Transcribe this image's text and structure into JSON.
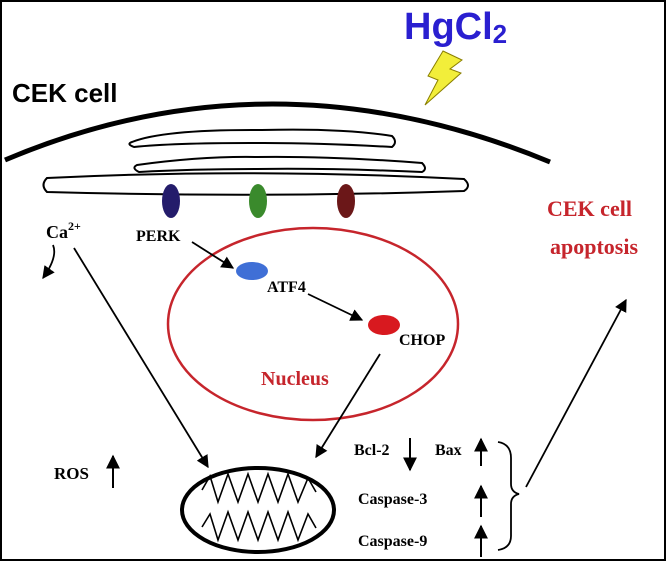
{
  "stimulus": {
    "prefix": "HgCl",
    "subscript": "2"
  },
  "cell": {
    "label": "CEK cell"
  },
  "er_sensors": {
    "perk": "PERK"
  },
  "calcium": {
    "symbol": "Ca",
    "charge": "2+"
  },
  "pathway": {
    "atf4": "ATF4",
    "chop": "CHOP"
  },
  "nucleus": {
    "label": "Nucleus"
  },
  "outcome": {
    "line1": "CEK cell",
    "line2": "apoptosis"
  },
  "ros": {
    "label": "ROS"
  },
  "apoptosis_markers": {
    "bcl2": "Bcl-2",
    "bax": "Bax",
    "caspase3": "Caspase-3",
    "caspase9": "Caspase-9"
  },
  "colors": {
    "stimulus_text": "#2a1fd0",
    "lightning": "#f2ee3a",
    "nucleus": "#c6252c",
    "apoptosis_text": "#c6252c",
    "perk_node": "#241c6b",
    "middle_sensor": "#3a8a2c",
    "right_sensor": "#6b1718",
    "atf4_node": "#3f6fd6",
    "chop_node": "#d8191f"
  }
}
